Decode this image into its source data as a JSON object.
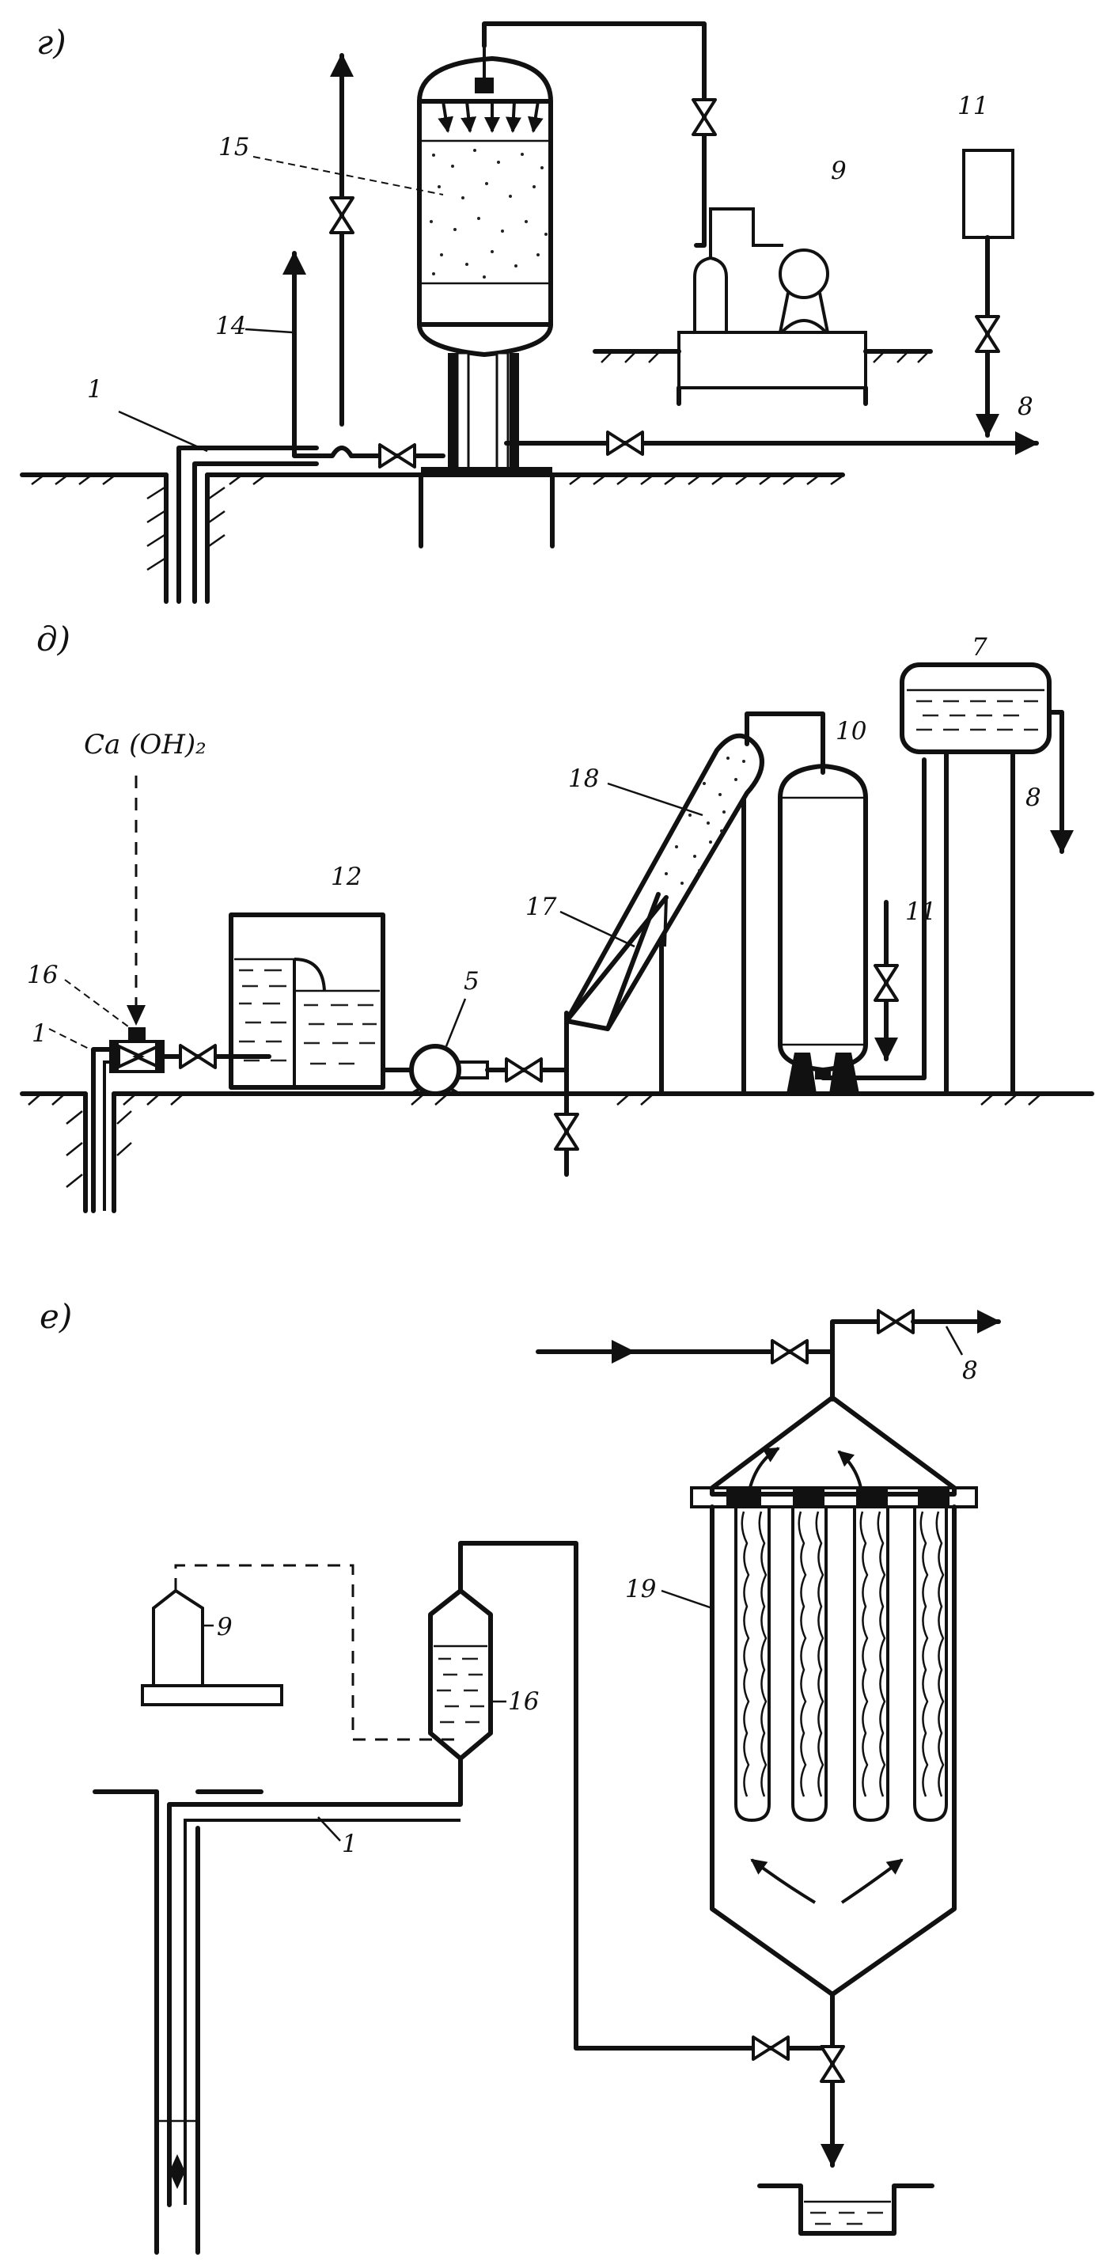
{
  "sections": {
    "g": {
      "title": "г)",
      "labels": {
        "l1": "1",
        "l8": "8",
        "l9": "9",
        "l11": "11",
        "l14": "14",
        "l15": "15"
      }
    },
    "d": {
      "title": "д)",
      "reagent": "Ca (OH)₂",
      "labels": {
        "l1": "1",
        "l5": "5",
        "l7": "7",
        "l8": "8",
        "l10": "10",
        "l11": "11",
        "l12": "12",
        "l16": "16",
        "l17": "17",
        "l18": "18"
      }
    },
    "e": {
      "title": "е)",
      "labels": {
        "l1": "1",
        "l8": "8",
        "l9": "9",
        "l16": "16",
        "l19": "19"
      }
    }
  }
}
